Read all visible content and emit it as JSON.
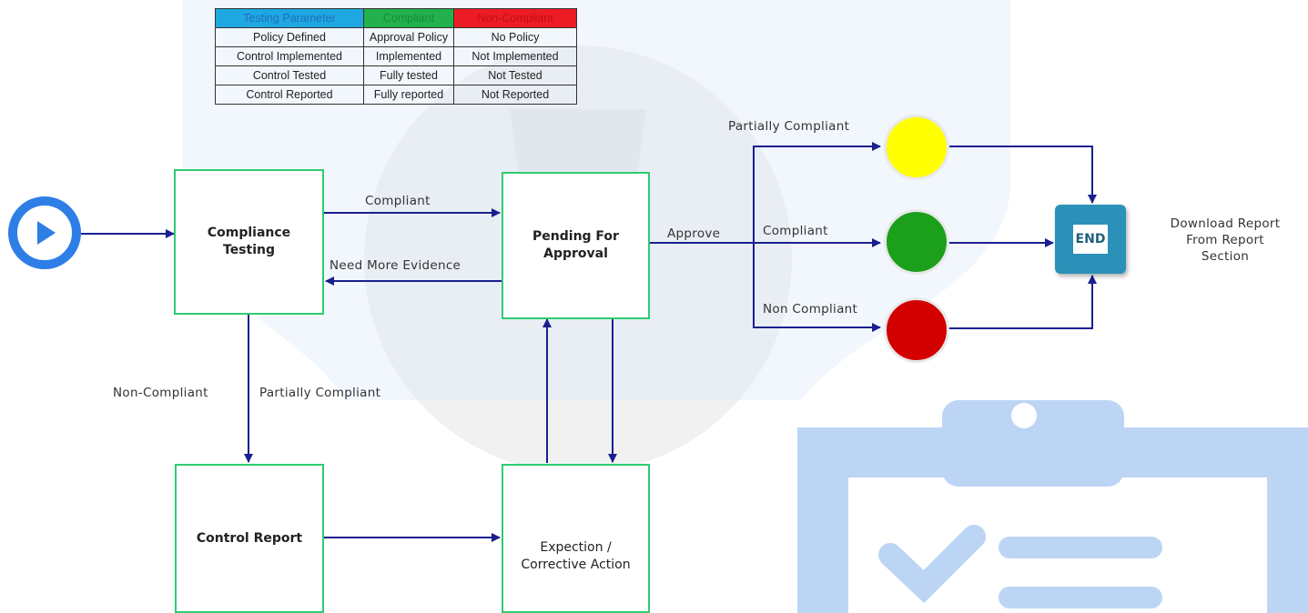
{
  "legend_table": {
    "headers": [
      "Testing Parameter",
      "Compliant",
      "Non-Compliant"
    ],
    "header_colors": [
      "#1ea7e1",
      "#22b14c",
      "#ed1c24"
    ],
    "rows": [
      [
        "Policy Defined",
        "Approval Policy",
        "No Policy"
      ],
      [
        "Control Implemented",
        "Implemented",
        "Not Implemented"
      ],
      [
        "Control Tested",
        "Fully tested",
        "Not Tested"
      ],
      [
        "Control Reported",
        "Fully reported",
        "Not Reported"
      ]
    ]
  },
  "nodes": {
    "compliance_testing": "Compliance\nTesting",
    "pending_approval": "Pending For\nApproval",
    "control_report": "Control Report",
    "exception_action": "Expection /\nCorrective Action",
    "end": "END",
    "download_note": "Download Report\nFrom Report\nSection"
  },
  "edge_labels": {
    "compliant": "Compliant",
    "need_more_evidence": "Need More Evidence",
    "approve": "Approve",
    "partially_compliant_top": "Partially Compliant",
    "compliant_mid": "Compliant",
    "non_compliant_bottom": "Non Compliant",
    "non_compliant_left": "Non-Compliant",
    "partially_compliant_left": "Partially Compliant"
  },
  "status_colors": {
    "partially_compliant": "#ffff00",
    "compliant": "#1ca01c",
    "non_compliant": "#d40000"
  },
  "colors": {
    "arrow": "#1a1f8f",
    "box_border": "#2ecc71",
    "start": "#2d7fe6",
    "end_box": "#2b91b8"
  },
  "icons": {
    "start": "play-circle-icon",
    "watermark": "clipboard-check-icon"
  }
}
